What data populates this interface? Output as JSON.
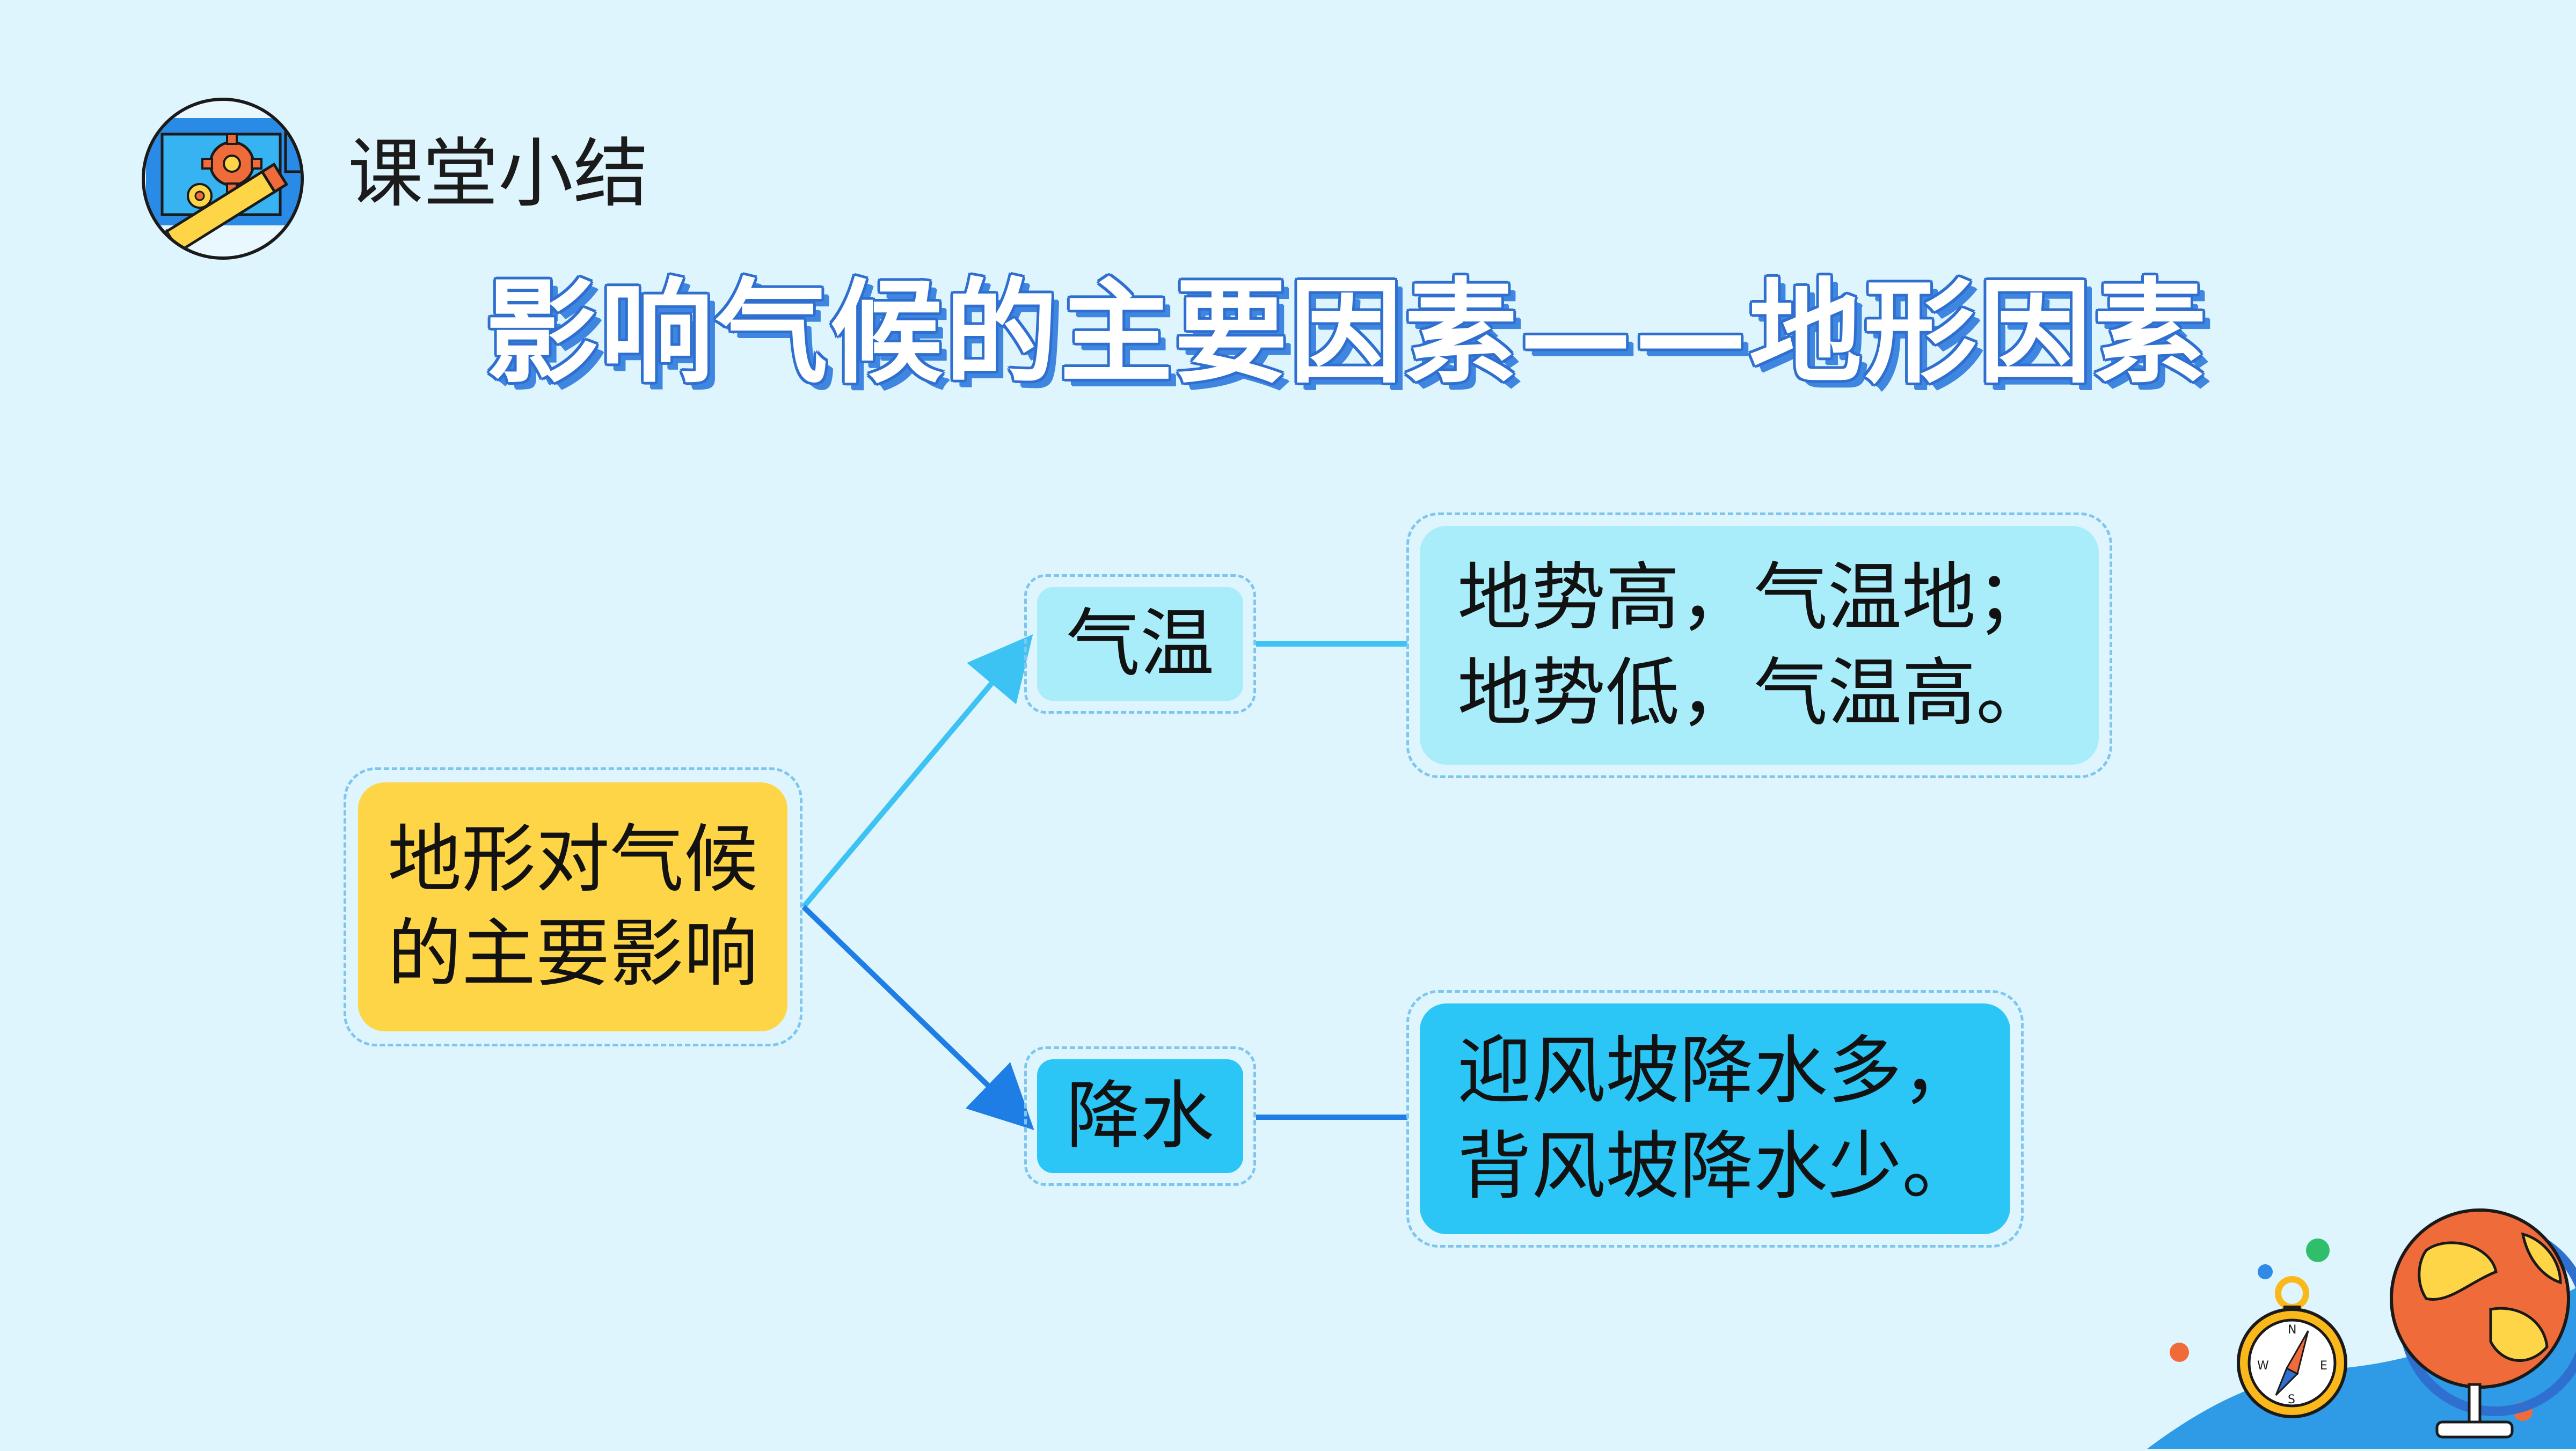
{
  "header": {
    "section_label": "课堂小结",
    "icon": "gear-pencil-icon"
  },
  "title": "影响气候的主要因素——地形因素",
  "diagram": {
    "root": {
      "line1": "地形对气候",
      "line2": "的主要影响"
    },
    "branches": [
      {
        "label": "气温",
        "description": {
          "line1": "地势高，气温地；",
          "line2": "地势低，气温高。"
        }
      },
      {
        "label": "降水",
        "description": {
          "line1": "迎风坡降水多，",
          "line2": "背风坡降水少。"
        }
      }
    ]
  },
  "decoration": {
    "icons": [
      "globe-icon",
      "compass-icon"
    ]
  },
  "colors": {
    "background": "#dff5fd",
    "root_fill": "#fed546",
    "light_fill": "#a9ecfa",
    "dark_fill": "#2bc6f6",
    "arrow_top": "#3cc3f3",
    "arrow_bottom": "#1f7ee6",
    "title_outline": "#2f6fd0"
  }
}
